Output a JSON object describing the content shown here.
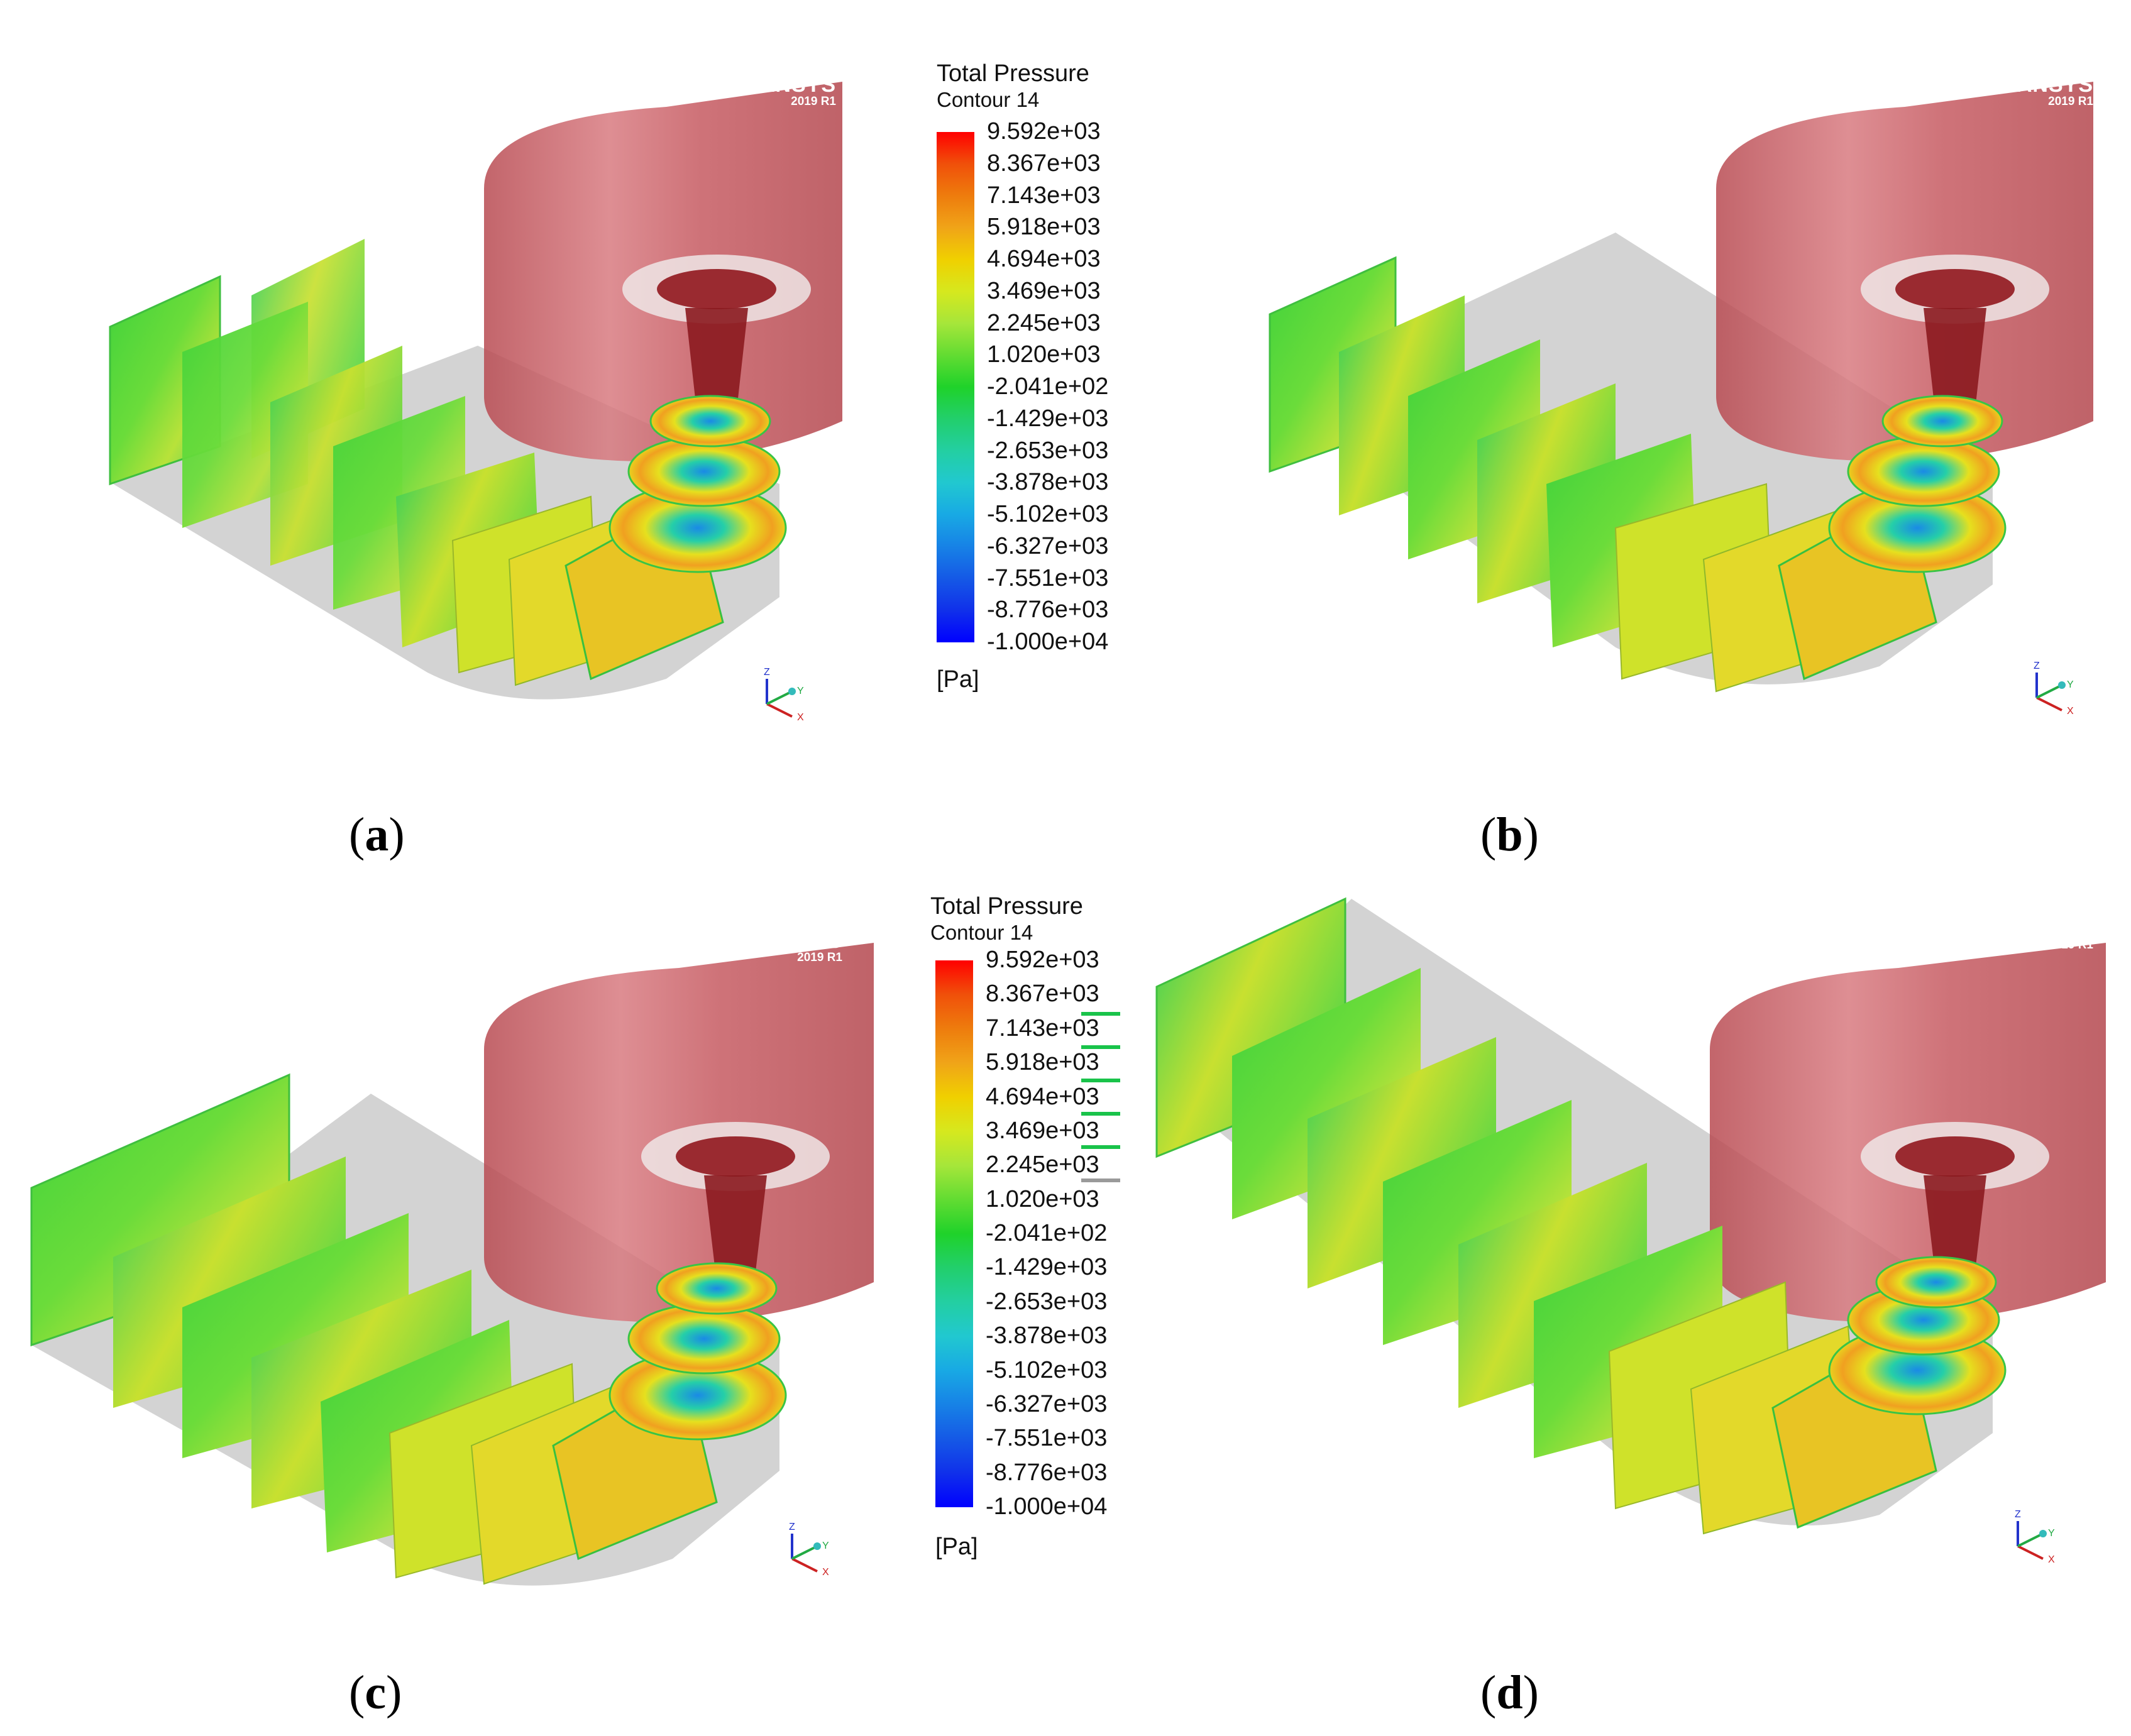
{
  "watermark": {
    "brand": "ANSYS",
    "version": "2019 R1"
  },
  "triad_axes": {
    "z": "Z",
    "y": "Y",
    "x": "X"
  },
  "legend": {
    "title": "Total Pressure",
    "subtitle": "Contour 14",
    "unit": "[Pa]",
    "levels": [
      "9.592e+03",
      "8.367e+03",
      "7.143e+03",
      "5.918e+03",
      "4.694e+03",
      "3.469e+03",
      "2.245e+03",
      "1.020e+03",
      "-2.041e+02",
      "-1.429e+03",
      "-2.653e+03",
      "-3.878e+03",
      "-5.102e+03",
      "-6.327e+03",
      "-7.551e+03",
      "-8.776e+03",
      "-1.000e+04"
    ],
    "colors": [
      "#ff0000",
      "#f0500a",
      "#ee7c0d",
      "#f0a418",
      "#f0d000",
      "#d6e81e",
      "#a6e63a",
      "#62dc32",
      "#1fd22a",
      "#22cf6c",
      "#23cfa2",
      "#21c8d0",
      "#18a9e4",
      "#1782e6",
      "#1559e6",
      "#1030ea",
      "#0000ff"
    ]
  },
  "captions": {
    "a": "a",
    "b": "b",
    "c": "c",
    "d": "d"
  },
  "colors": {
    "casing": "#c9585e",
    "gray_wall": "#bdbdbd",
    "runner": "#8b1a1f"
  }
}
